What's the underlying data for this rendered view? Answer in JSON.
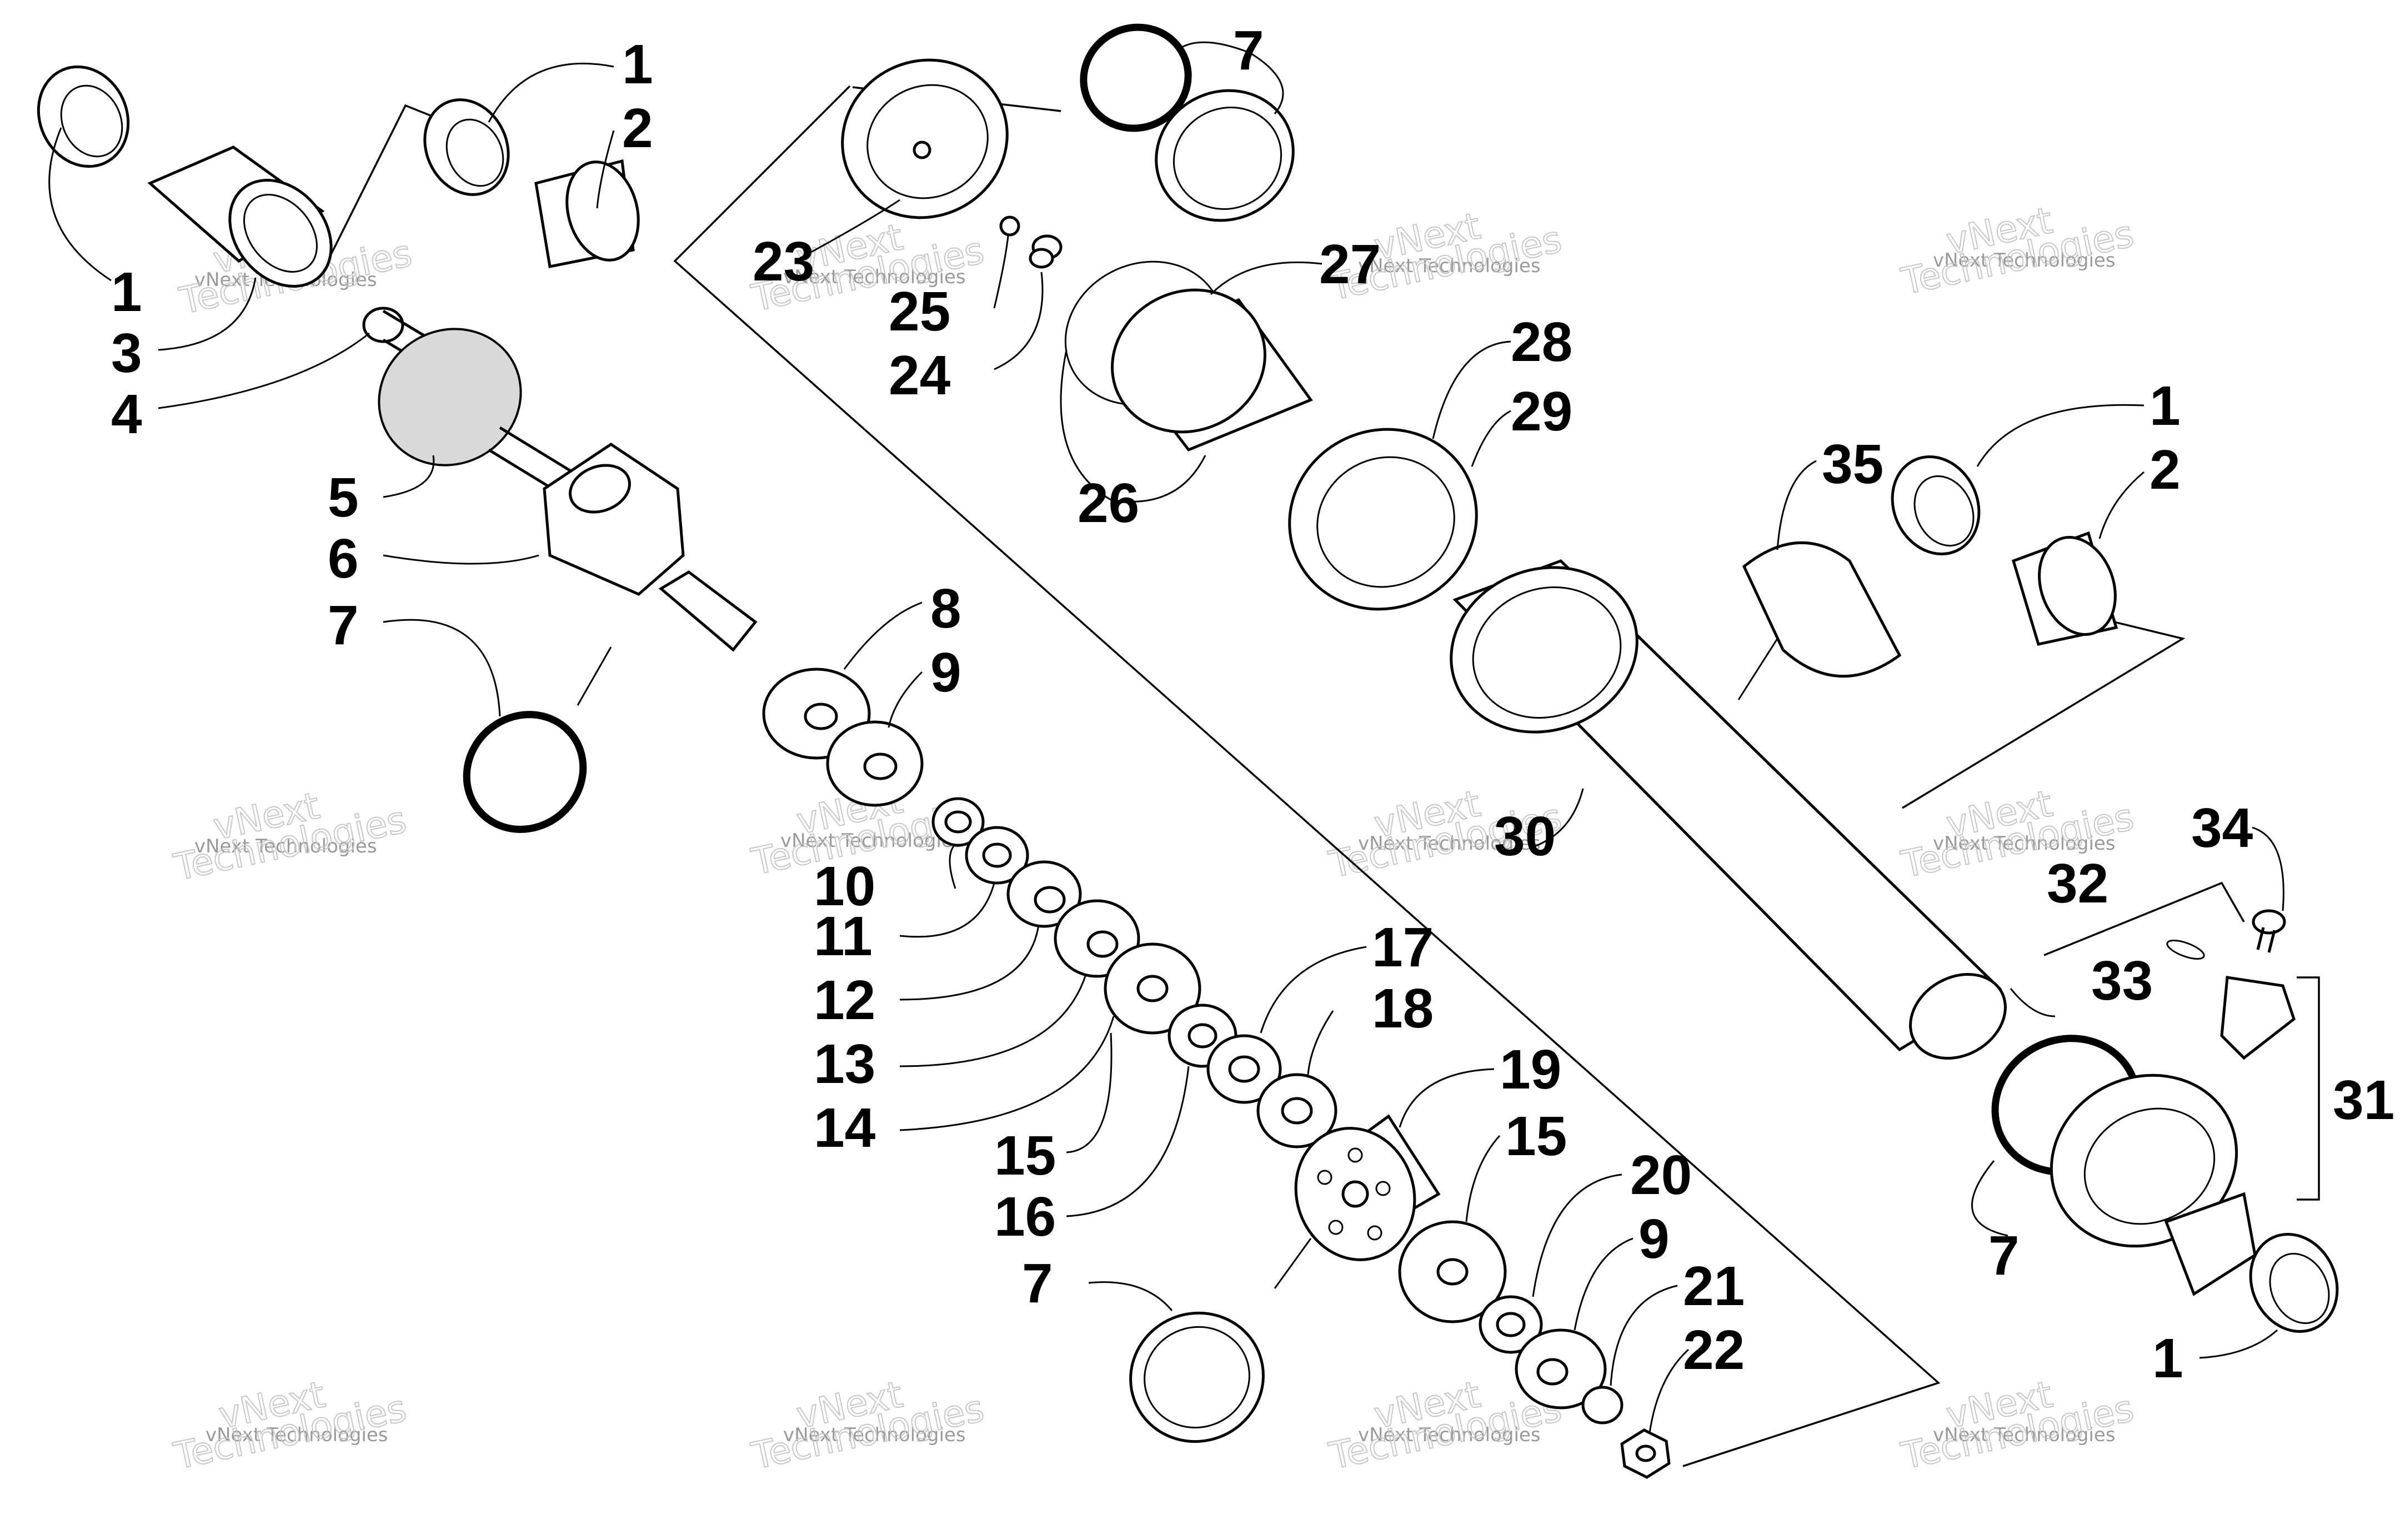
{
  "callouts": [
    {
      "label": "1"
    },
    {
      "label": "2"
    },
    {
      "label": "1"
    },
    {
      "label": "3"
    },
    {
      "label": "4"
    },
    {
      "label": "5"
    },
    {
      "label": "6"
    },
    {
      "label": "7"
    },
    {
      "label": "7"
    },
    {
      "label": "23"
    },
    {
      "label": "25"
    },
    {
      "label": "24"
    },
    {
      "label": "27"
    },
    {
      "label": "26"
    },
    {
      "label": "28"
    },
    {
      "label": "29"
    },
    {
      "label": "35"
    },
    {
      "label": "1"
    },
    {
      "label": "2"
    },
    {
      "label": "8"
    },
    {
      "label": "9"
    },
    {
      "label": "10"
    },
    {
      "label": "11"
    },
    {
      "label": "12"
    },
    {
      "label": "13"
    },
    {
      "label": "14"
    },
    {
      "label": "15"
    },
    {
      "label": "16"
    },
    {
      "label": "17"
    },
    {
      "label": "18"
    },
    {
      "label": "19"
    },
    {
      "label": "15"
    },
    {
      "label": "20"
    },
    {
      "label": "9"
    },
    {
      "label": "21"
    },
    {
      "label": "22"
    },
    {
      "label": "7"
    },
    {
      "label": "30"
    },
    {
      "label": "34"
    },
    {
      "label": "32"
    },
    {
      "label": "33"
    },
    {
      "label": "31"
    },
    {
      "label": "7"
    },
    {
      "label": "1"
    }
  ],
  "watermark": {
    "line1": "vNext Technologies",
    "line2a": "vNext",
    "line2b": "Technologies"
  }
}
